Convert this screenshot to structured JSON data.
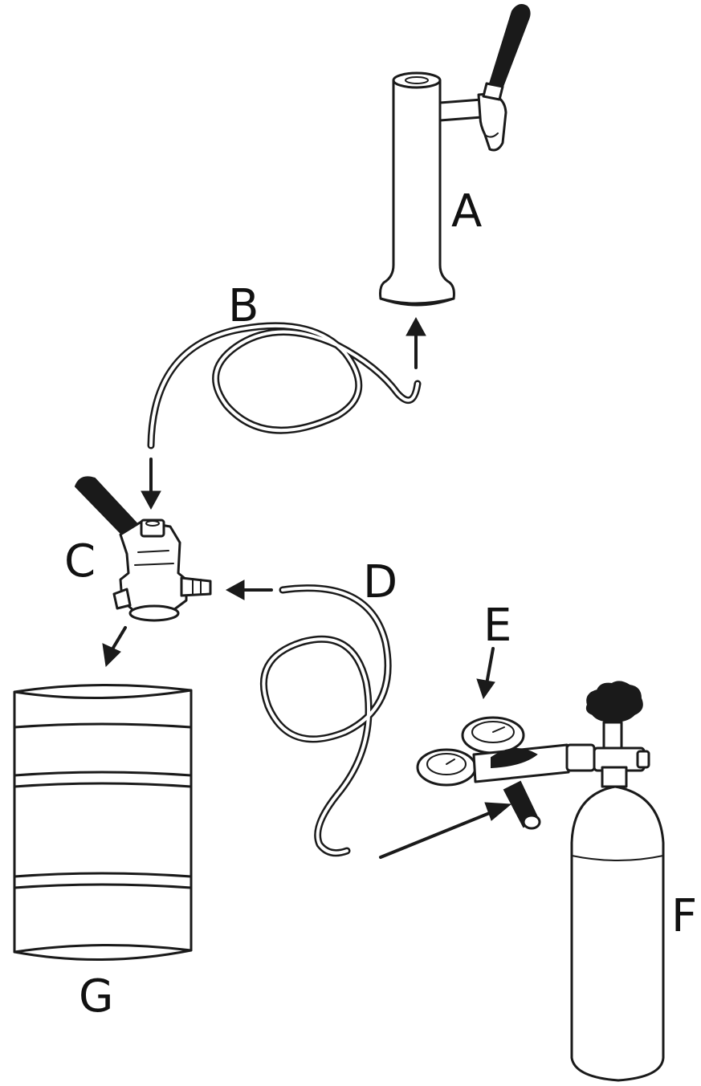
{
  "labels": {
    "tower": "A",
    "beer_line": "B",
    "coupler": "C",
    "gas_line": "D",
    "regulator": "E",
    "co2_tank": "F",
    "keg": "G"
  },
  "colors": {
    "ink": "#1a1a1a",
    "background": "#ffffff"
  }
}
